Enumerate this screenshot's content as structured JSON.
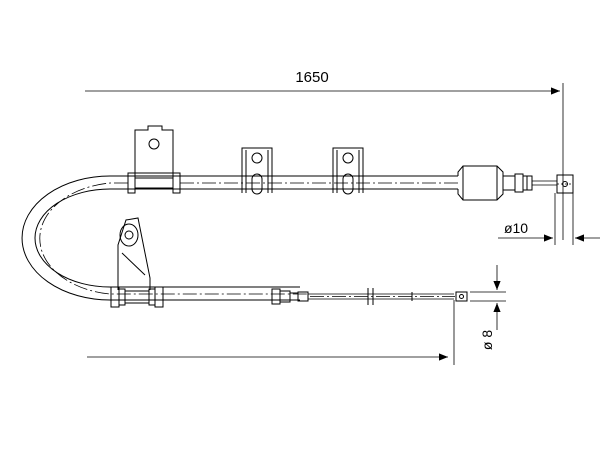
{
  "dimensions": {
    "length": "1650",
    "diameter_outer": "ø10",
    "diameter_inner": "ø 8"
  }
}
